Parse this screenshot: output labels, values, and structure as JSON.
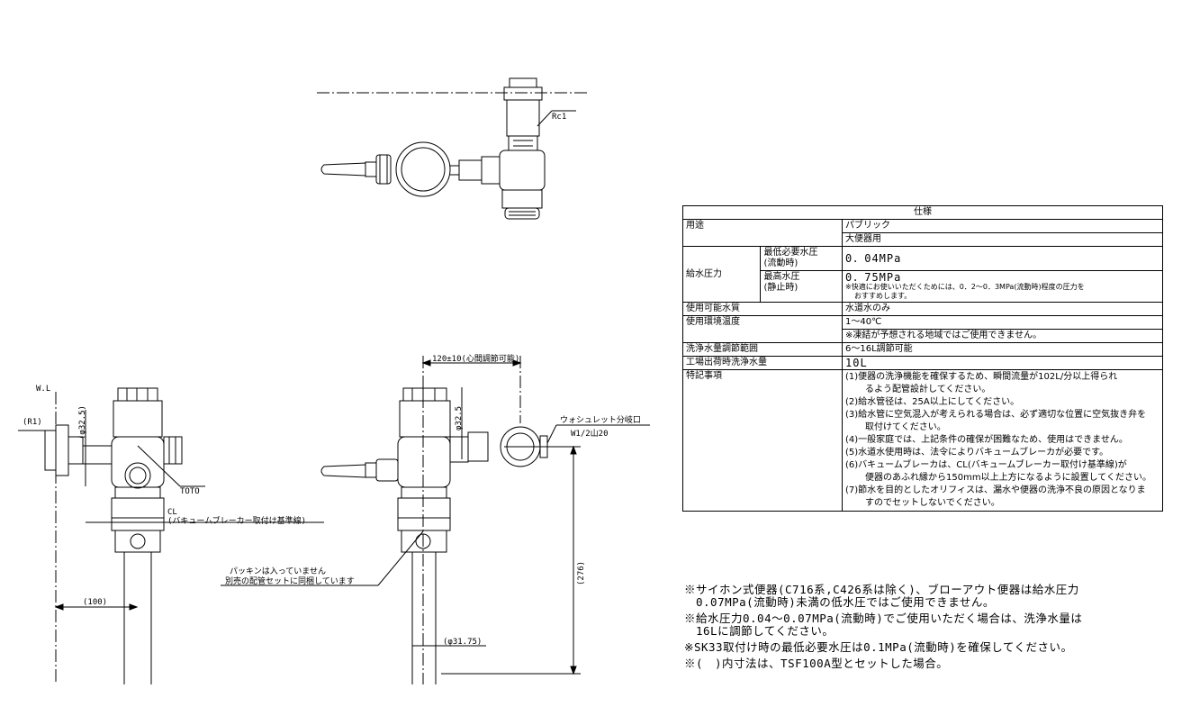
{
  "labels": {
    "rc1": "Rc1",
    "wl": "W.L",
    "r1": "(R1)",
    "phi325_left": "(φ32.5)",
    "phi325_right": "φ32.5",
    "toto": "TOTO",
    "cl": "CL",
    "cl_note": "(バキュームブレーカー取付け基準線)",
    "dim_100": "(100)",
    "dim_120": "120±10(心間調節可能)",
    "washlet": "ウォシュレット分岐口",
    "w12": "W1/2山20",
    "packing1": "パッキンは入っていません",
    "packing2": "別売の配管セットに同梱しています",
    "dim_276": "(276)",
    "phi3175": "(φ31.75)"
  },
  "spec": {
    "title": "仕様",
    "rows": {
      "use_label": "用途",
      "use_val1": "パブリック",
      "use_val2": "大便器用",
      "pressure_label": "給水圧力",
      "min_label": "最低必要水圧\n(流動時)",
      "min_val": "0．04MPa",
      "max_label": "最高水圧\n(静止時)",
      "max_val": "0．75MPa",
      "max_note1": "※快適にお使いいただくためには、0．2〜0．3MPa(流動時)程度の圧力を",
      "max_note2": "おすすめします。",
      "water_label": "使用可能水質",
      "water_val": "水道水のみ",
      "temp_label": "使用環境温度",
      "temp_val": "1〜40℃",
      "temp_note": "※凍結が予想される地域ではご使用できません。",
      "flush_label": "洗浄水量調節範囲",
      "flush_val": "6〜16L調節可能",
      "factory_label": "工場出荷時洗浄水量",
      "factory_val": "10L",
      "special_label": "特記事項",
      "n1a": "(1)便器の洗浄機能を確保するため、瞬間流量が102L/分以上得られ",
      "n1b": "るよう配管設計してください。",
      "n2": "(2)給水管径は、25A以上にしてください。",
      "n3a": "(3)給水管に空気混入が考えられる場合は、必ず適切な位置に空気抜き弁を",
      "n3b": "取付けてください。",
      "n4": "(4)一般家庭では、上記条件の確保が困難なため、使用はできません。",
      "n5": "(5)水道水使用時は、法令によりバキュームブレーカが必要です。",
      "n6a": "(6)バキュームブレーカは、CL(バキュームブレーカー取付け基準線)が",
      "n6b": "便器のあふれ縁から150mm以上上方になるように設置してください。",
      "n7a": "(7)節水を目的としたオリフィスは、漏水や便器の洗浄不良の原因となりま",
      "n7b": "すのでセットしないでください。"
    }
  },
  "footnotes": {
    "f1a": "※サイホン式便器(C716系,C426系は除く)、ブローアウト便器は給水圧力",
    "f1b": "　0.07MPa(流動時)未満の低水圧ではご使用できません。",
    "f2a": "※給水圧力0.04〜0.07MPa(流動時)でご使用いただく場合は、洗浄水量は",
    "f2b": "　16Lに調節してください。",
    "f3": "※SK33取付け時の最低必要水圧は0.1MPa(流動時)を確保してください。",
    "f4": "※(　)内寸法は、TSF100A型とセットした場合。"
  }
}
